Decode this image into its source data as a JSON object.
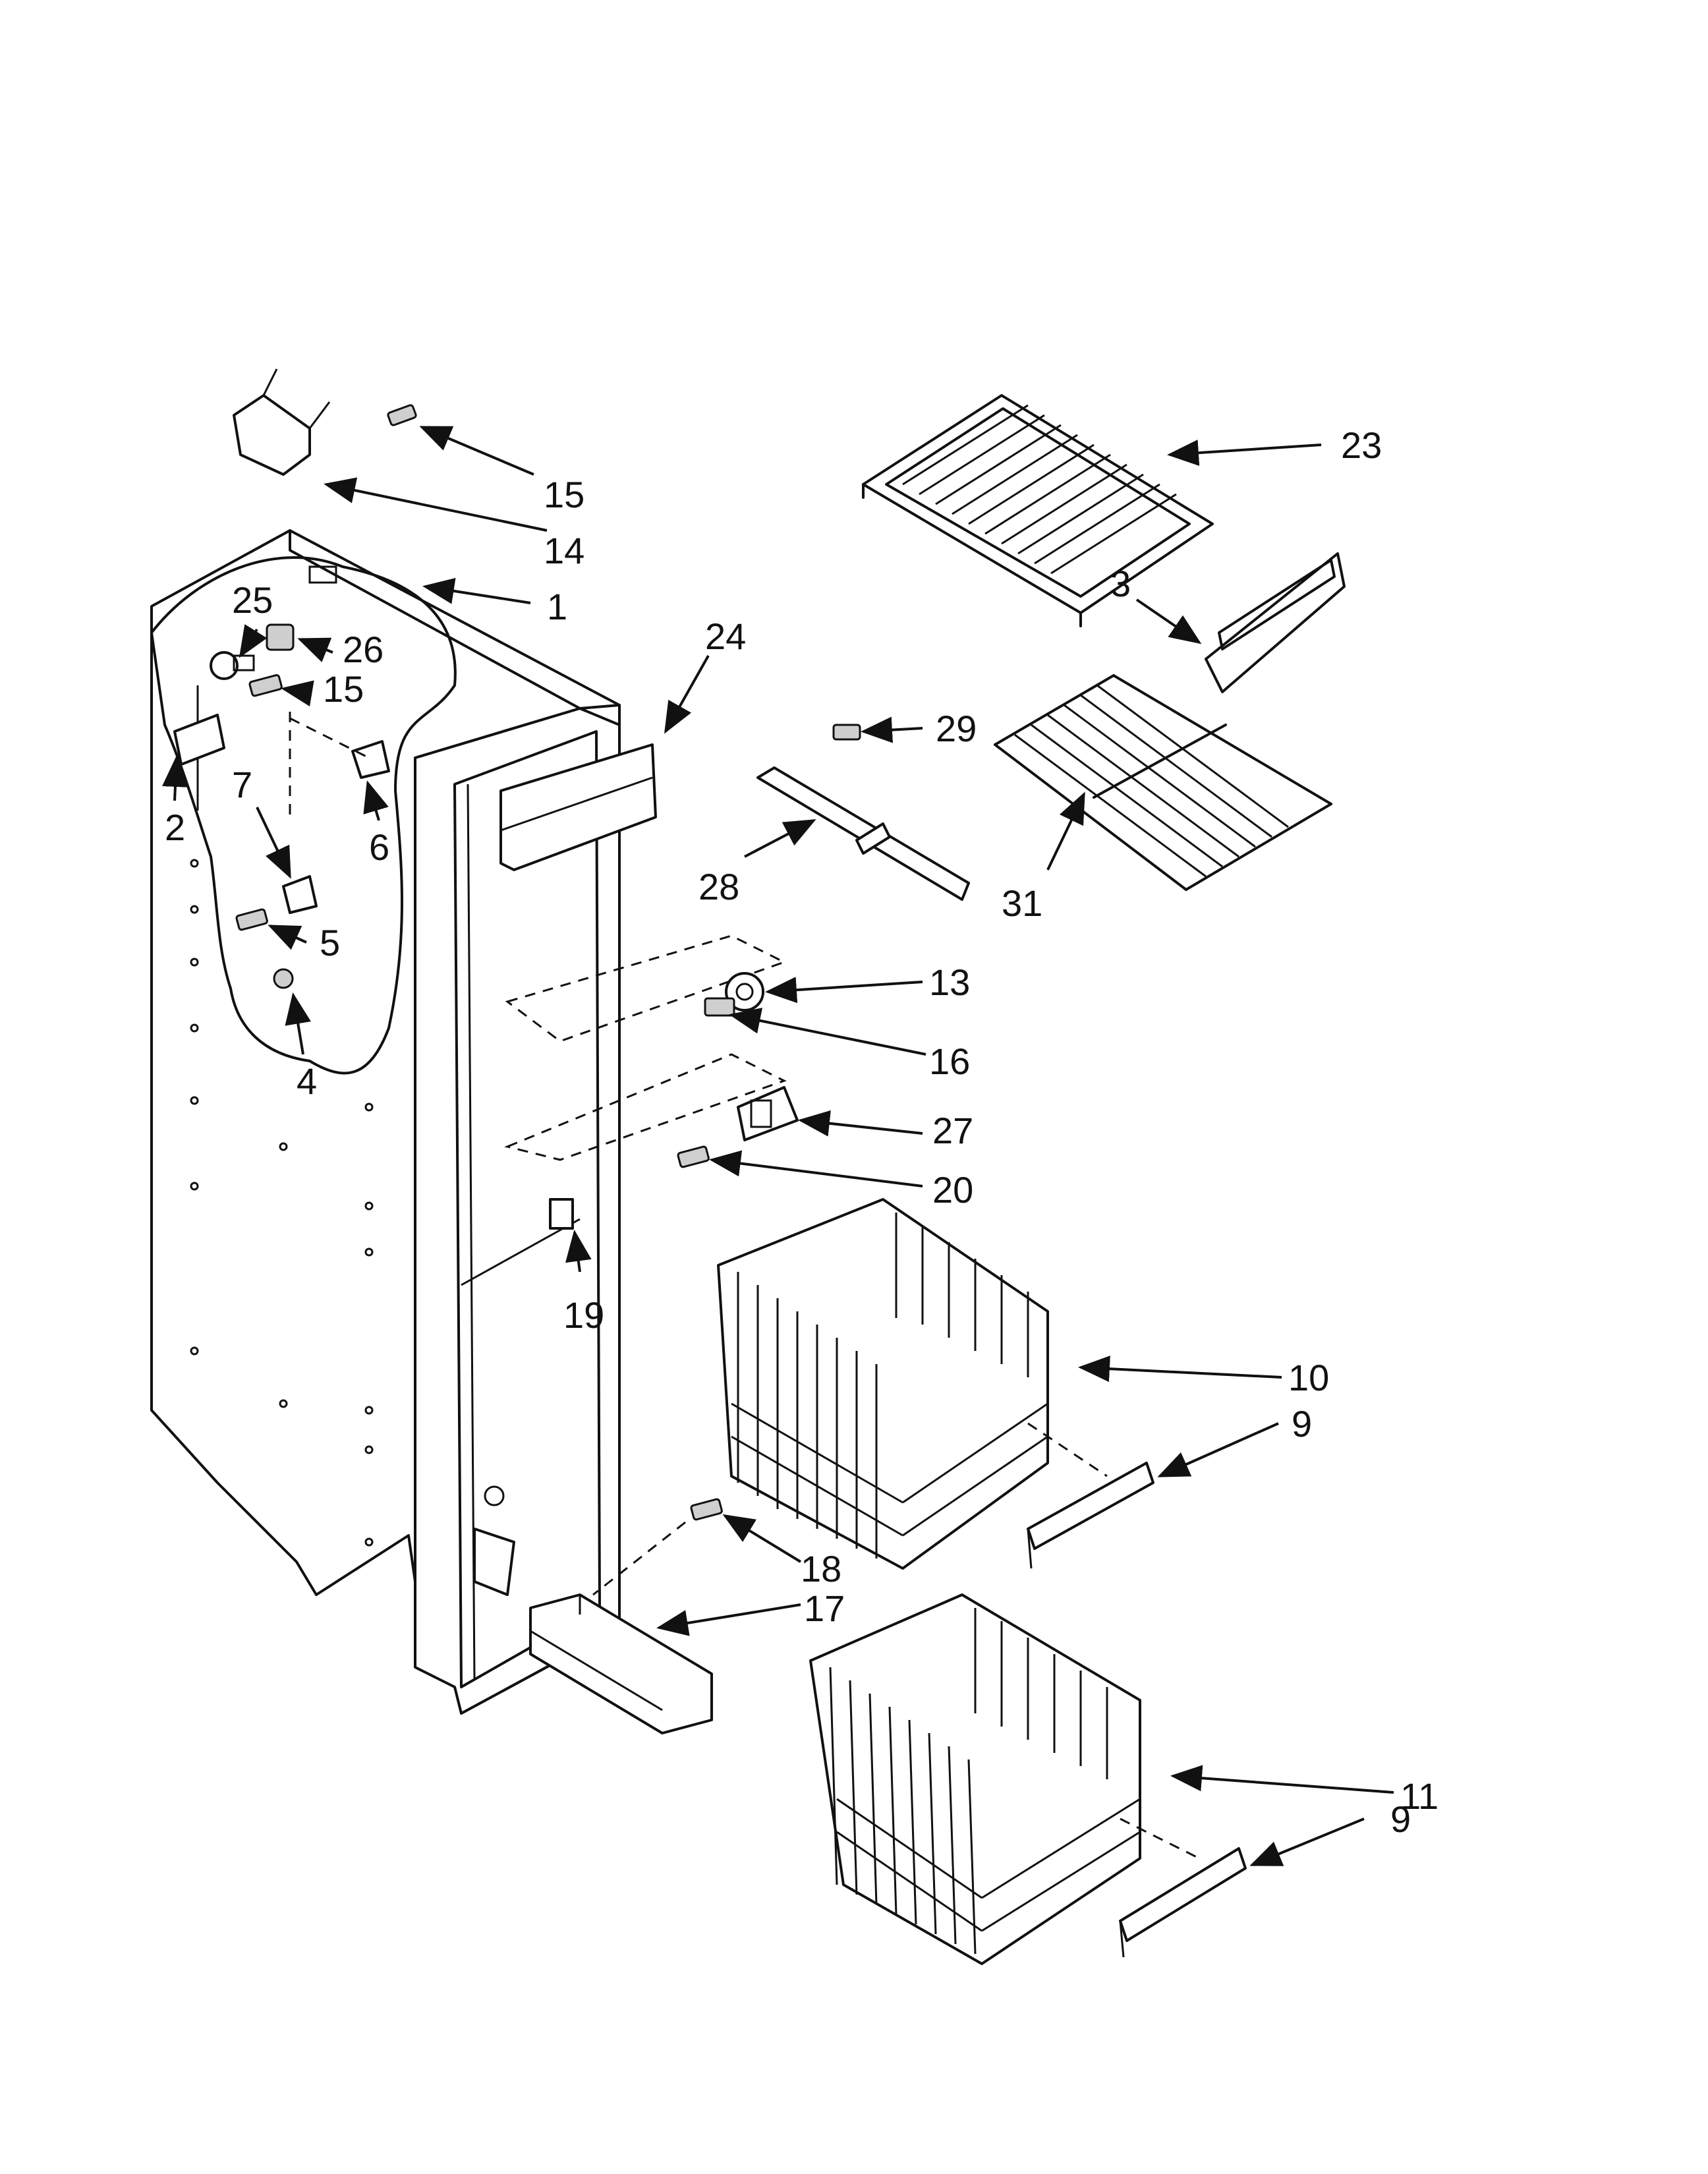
{
  "callouts": {
    "c1": "1",
    "c2": "2",
    "c3": "3",
    "c4": "4",
    "c5": "5",
    "c6": "6",
    "c7": "7",
    "c9a": "9",
    "c9b": "9",
    "c10": "10",
    "c11": "11",
    "c13": "13",
    "c14": "14",
    "c15a": "15",
    "c15b": "15",
    "c16": "16",
    "c17": "17",
    "c18": "18",
    "c19": "19",
    "c20": "20",
    "c23": "23",
    "c24": "24",
    "c25": "25",
    "c26": "26",
    "c27": "27",
    "c28": "28",
    "c29": "29",
    "c31": "31"
  }
}
